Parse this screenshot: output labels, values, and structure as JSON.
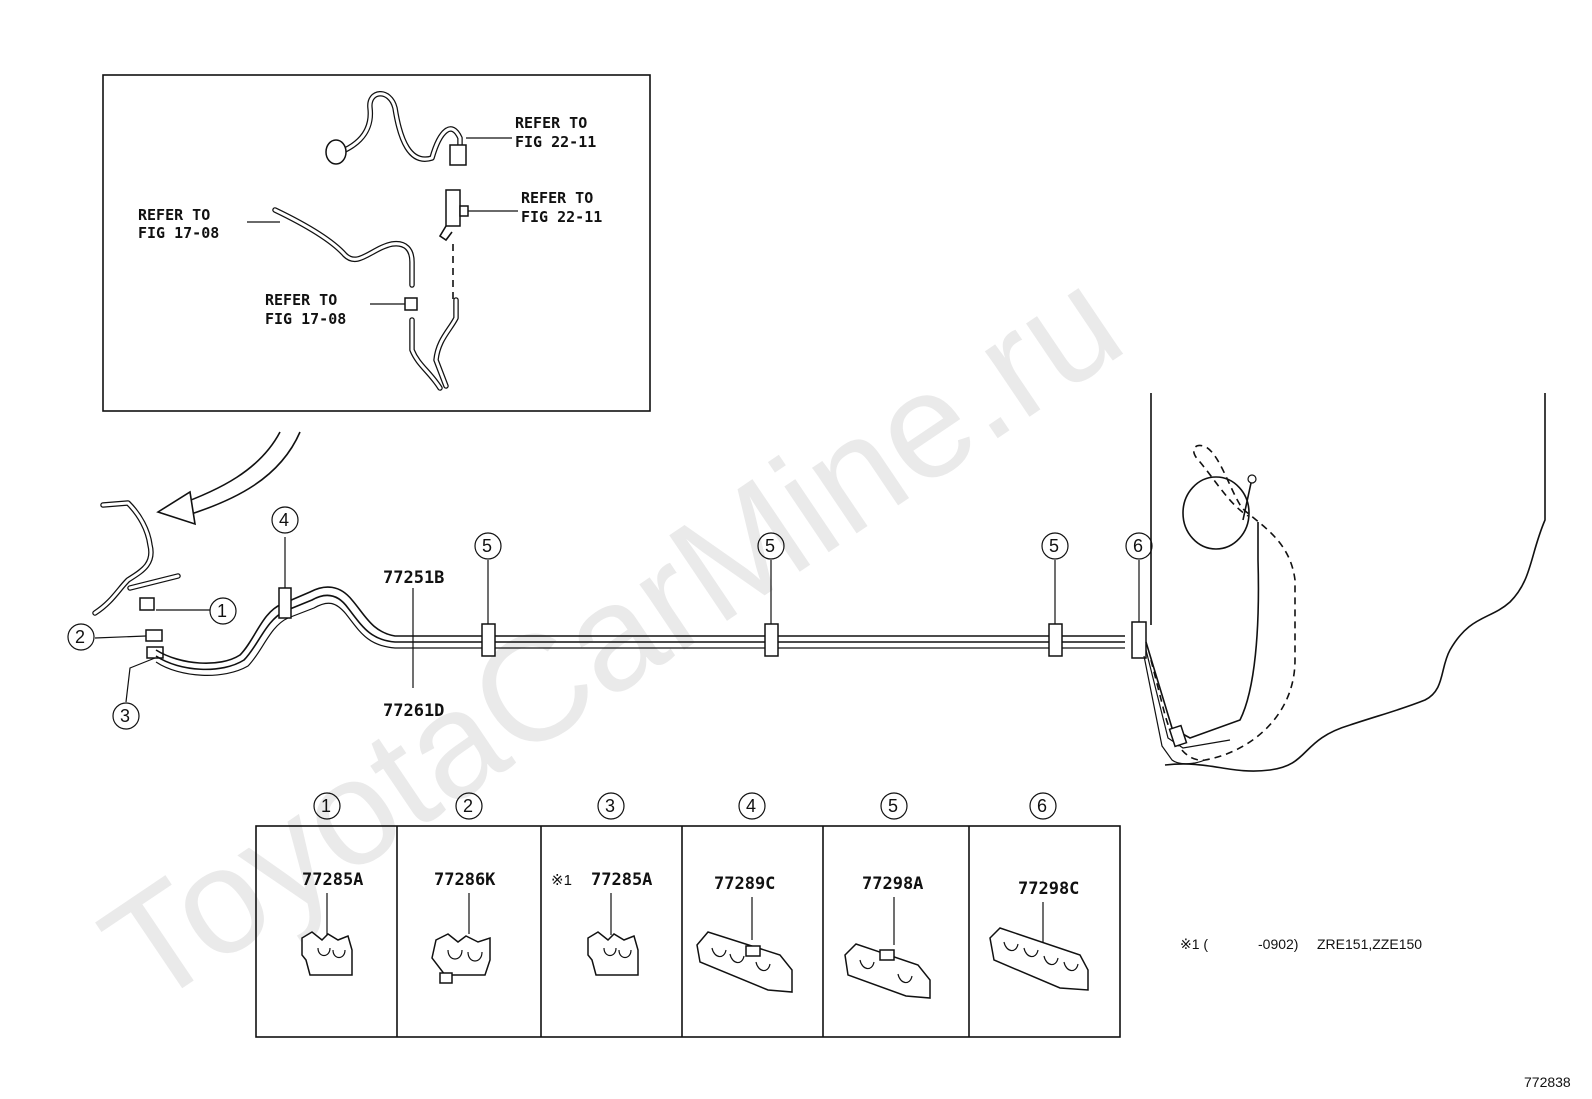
{
  "watermark": "ToyotaCarMine.ru",
  "inset": {
    "refers": [
      {
        "line1": "REFER TO",
        "line2": "FIG 22-11"
      },
      {
        "line1": "REFER TO",
        "line2": "FIG 22-11"
      },
      {
        "line1": "REFER TO",
        "line2": "FIG 17-08"
      },
      {
        "line1": "REFER TO",
        "line2": "FIG 17-08"
      }
    ]
  },
  "main": {
    "parts": [
      "77251B",
      "77261D"
    ],
    "callouts": [
      "①",
      "②",
      "③",
      "④",
      "⑤",
      "⑤",
      "⑤",
      "⑥"
    ]
  },
  "table": {
    "columns": [
      {
        "index": "①",
        "code": "77285A",
        "prefix": ""
      },
      {
        "index": "②",
        "code": "77286K",
        "prefix": ""
      },
      {
        "index": "③",
        "code": "77285A",
        "prefix": "※1"
      },
      {
        "index": "④",
        "code": "77289C",
        "prefix": ""
      },
      {
        "index": "⑤",
        "code": "77298A",
        "prefix": ""
      },
      {
        "index": "⑥",
        "code": "77298C",
        "prefix": ""
      }
    ]
  },
  "footnote": {
    "mark": "※1 (",
    "range": "-0902)",
    "models": "ZRE151,ZZE150"
  },
  "figure_id": "772838"
}
